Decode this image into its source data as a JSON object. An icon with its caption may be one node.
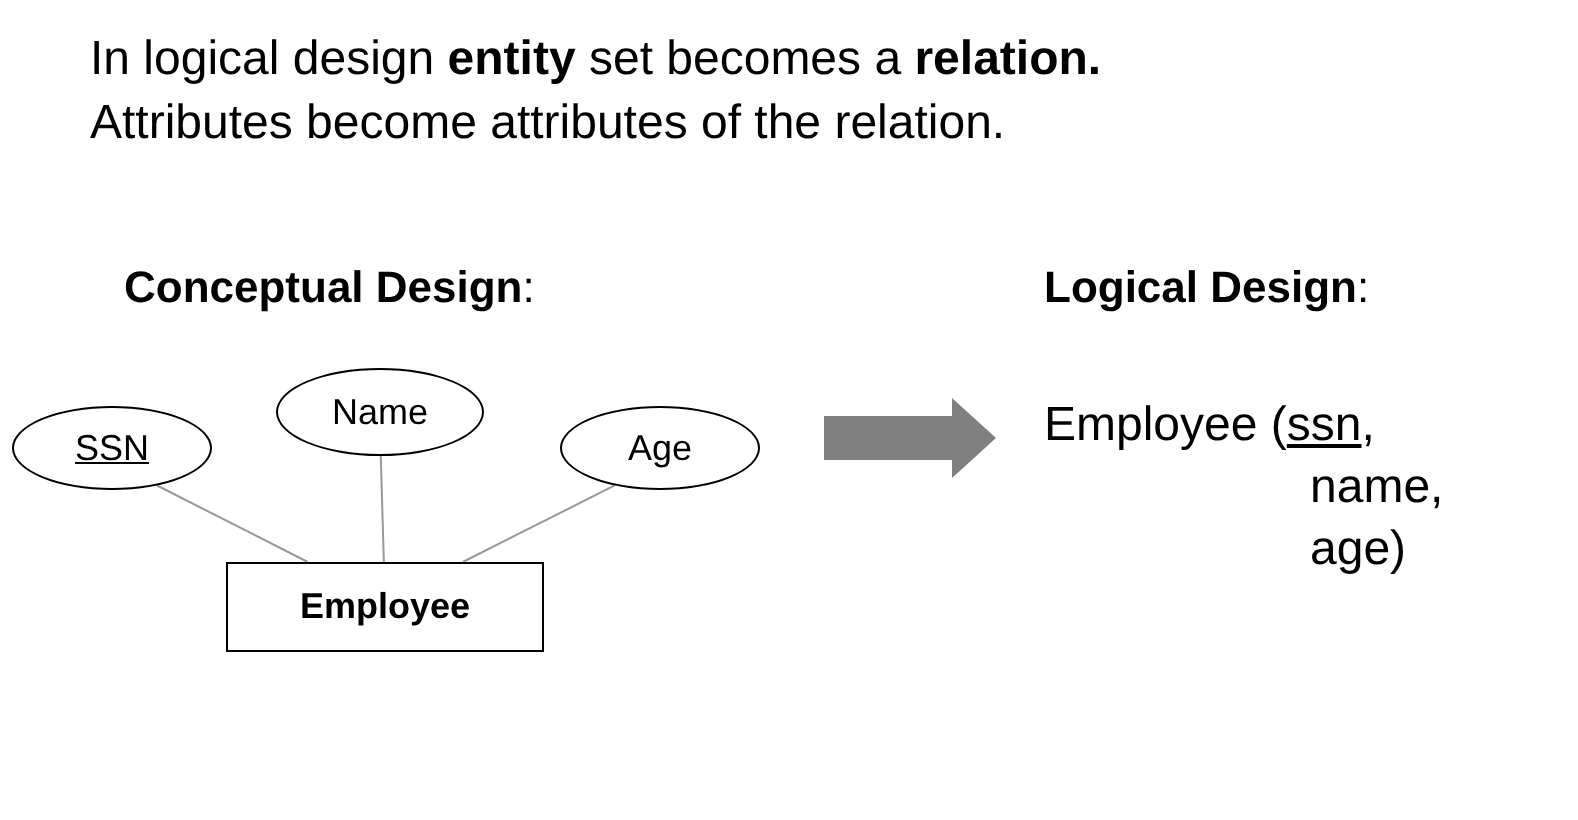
{
  "diagram": {
    "title": "In logical design **entity** set becomes a **relation.** Attributes become attributes of the relation.",
    "nodes": [
      {
        "text": [
          "SSN"
        ]
      },
      {
        "text": [
          "Name"
        ]
      },
      {
        "text": [
          "Age"
        ]
      },
      {
        "text": [
          "Employee"
        ]
      },
      {
        "text": [
          "Employee (ssn, name, age)"
        ]
      }
    ],
    "edges": [
      {
        "from": 0,
        "to": 3,
        "arrow": "none"
      },
      {
        "from": 1,
        "to": 3,
        "arrow": "none"
      },
      {
        "from": 2,
        "to": 3,
        "arrow": "none"
      },
      {
        "from": null,
        "to": 4,
        "arrow": "to",
        "style": "thick",
        "color": "#808080"
      }
    ],
    "labels": [
      "**Conceptual Design**:",
      "**Logical Design**:"
    ]
  }
}
